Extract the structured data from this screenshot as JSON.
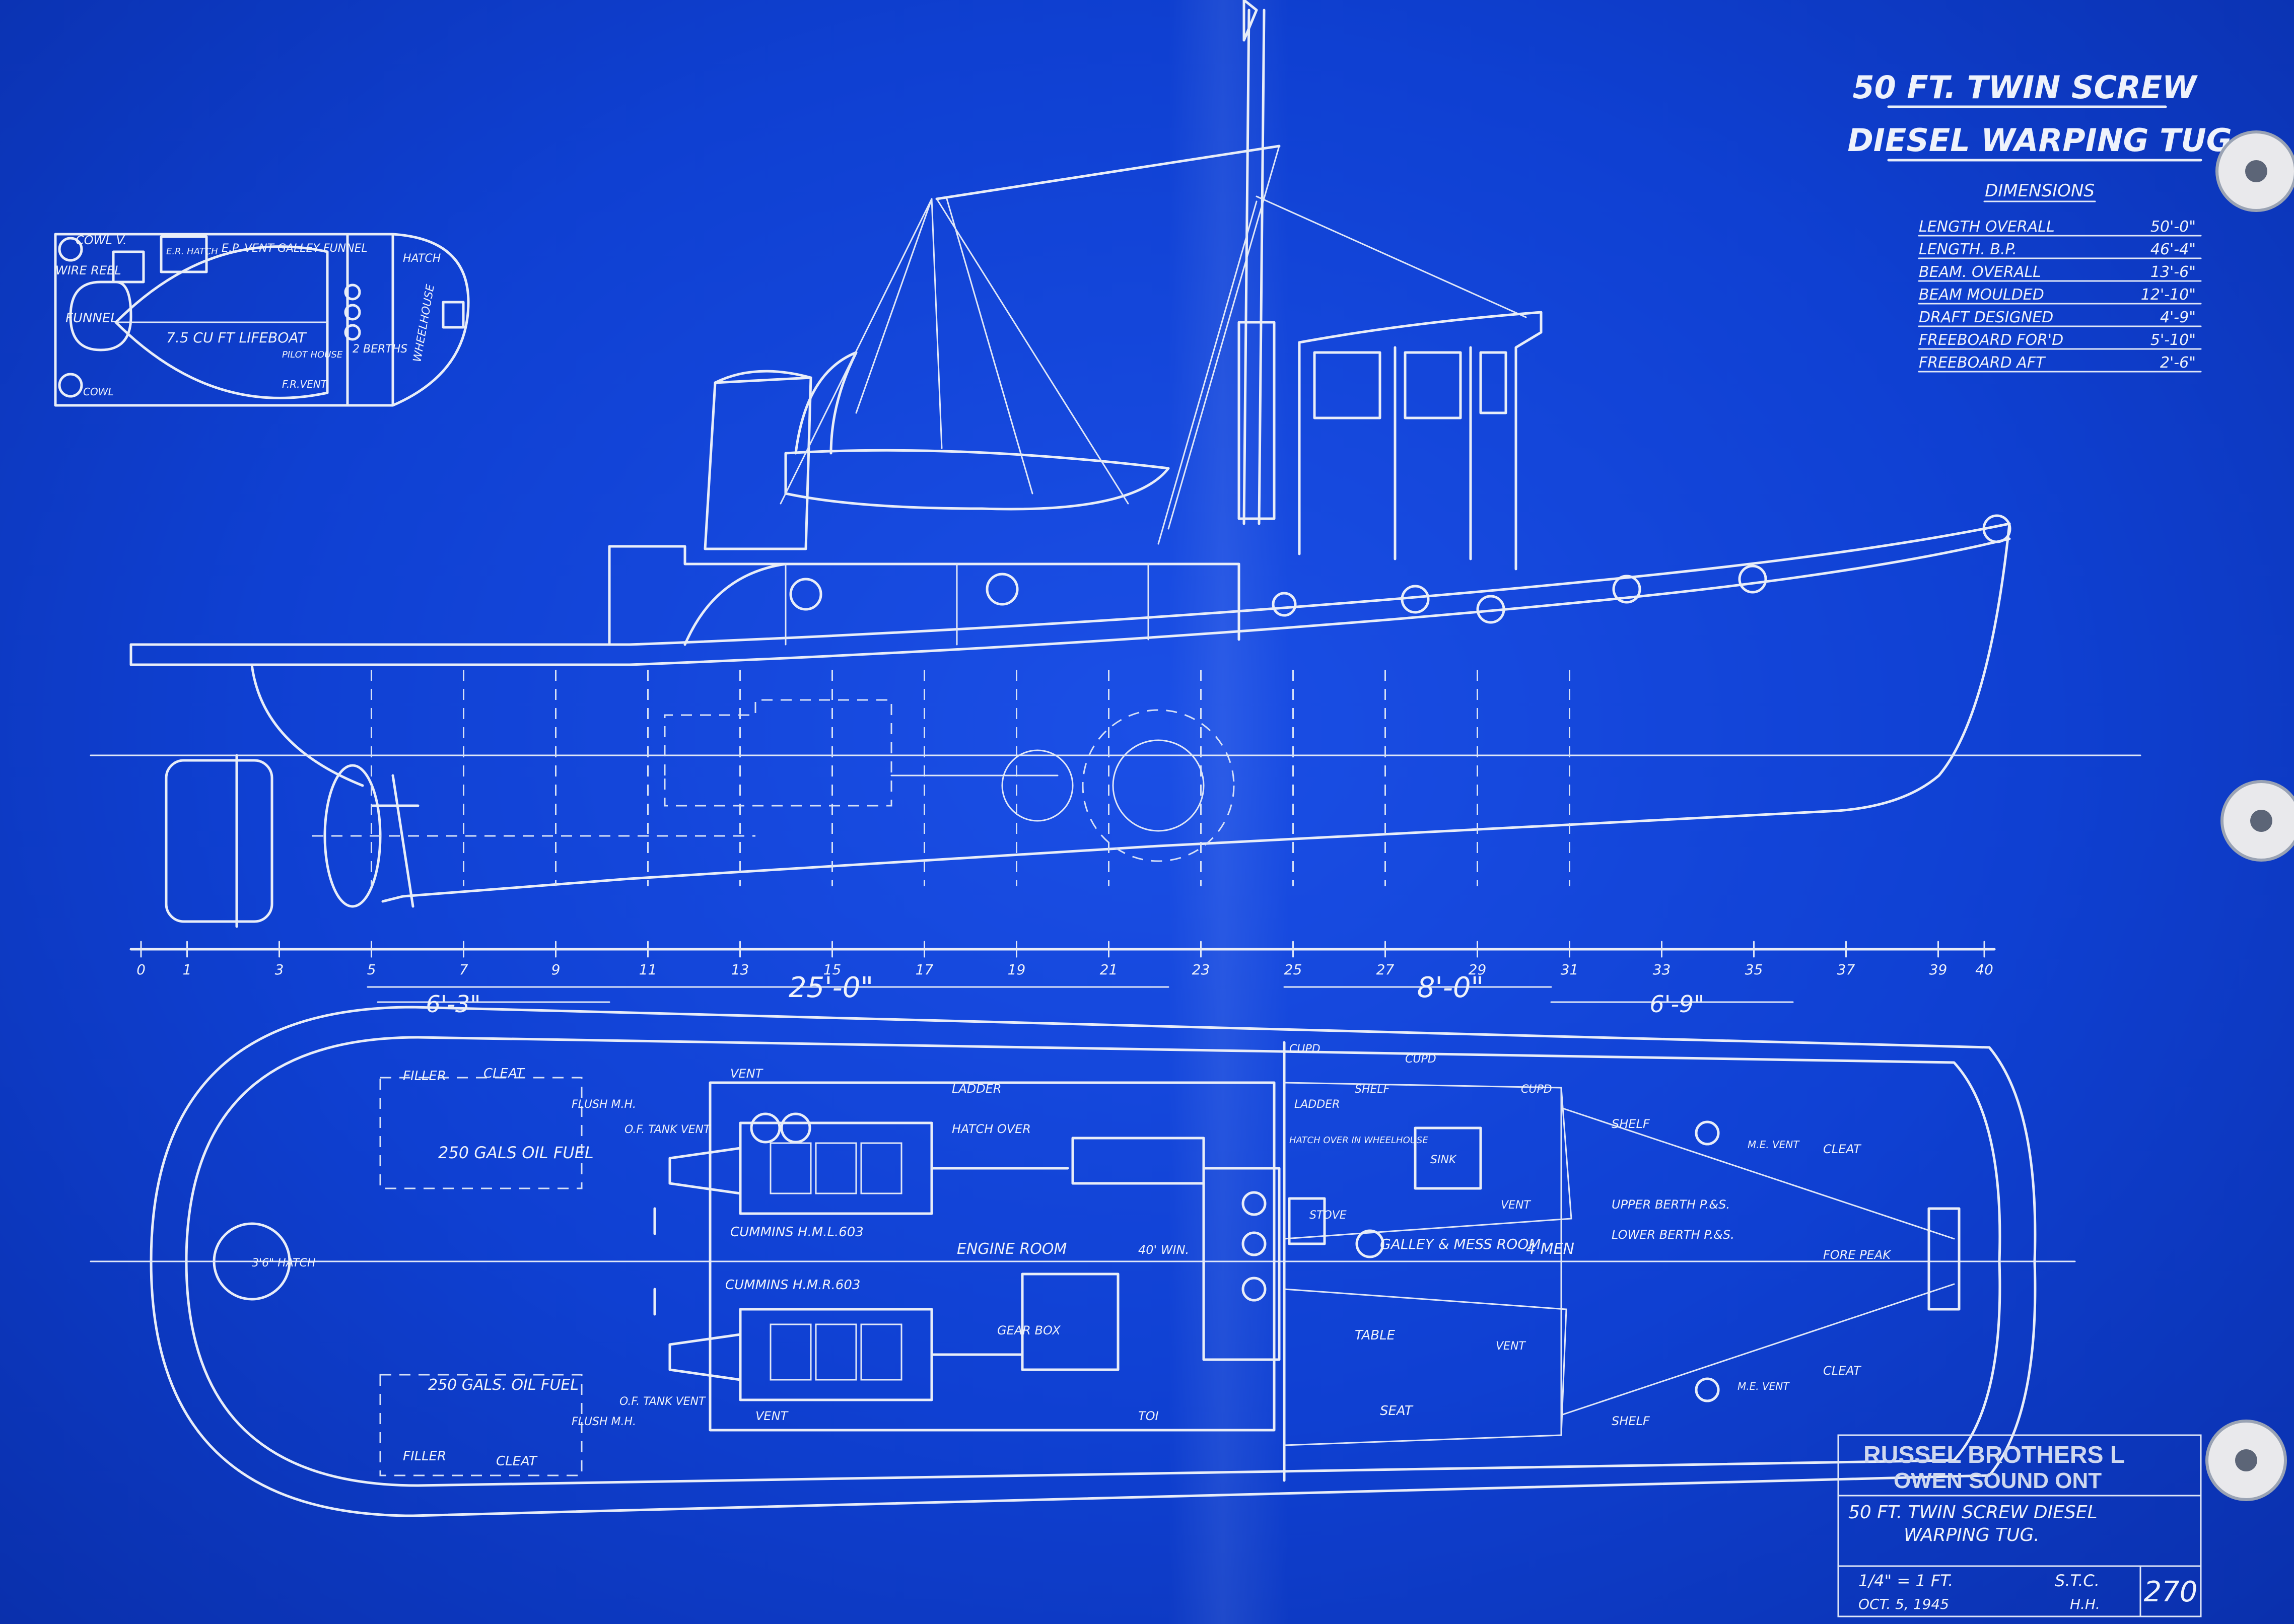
{
  "title": {
    "line1": "50 FT. TWIN SCREW",
    "line2": "DIESEL WARPING TUG"
  },
  "dimensions": {
    "heading": "DIMENSIONS",
    "rows": [
      {
        "label": "LENGTH OVERALL",
        "value": "50'-0\""
      },
      {
        "label": "LENGTH. B.P.",
        "value": "46'-4\""
      },
      {
        "label": "BEAM. OVERALL",
        "value": "13'-6\""
      },
      {
        "label": "BEAM MOULDED",
        "value": "12'-10\""
      },
      {
        "label": "DRAFT DESIGNED",
        "value": "4'-9\""
      },
      {
        "label": "FREEBOARD FOR'D",
        "value": "5'-10\""
      },
      {
        "label": "FREEBOARD AFT",
        "value": "2'-6\""
      }
    ]
  },
  "inset_labels": {
    "cowl": "COWL V.",
    "wire_reel": "WIRE REEL",
    "funnel": "FUNNEL",
    "lifeboat": "7.5 CU FT LIFEBOAT",
    "galley_vent": "E.P. VENT GALLEY FUNNEL",
    "hatch_small": "E.R. HATCH",
    "hatch": "HATCH",
    "wheelhouse": "WHEELHOUSE",
    "berths": "2 BERTHS",
    "pilot_house": "PILOT HOUSE",
    "fr_vent": "F.R.VENT",
    "cowl2": "COWL"
  },
  "frame_scale": [
    "0",
    "1",
    "3",
    "5",
    "7",
    "9",
    "11",
    "13",
    "15",
    "17",
    "19",
    "21",
    "23",
    "25",
    "27",
    "29",
    "31",
    "33",
    "35",
    "37",
    "39",
    "40"
  ],
  "dim_lines": {
    "overall_aft": "25'-0\"",
    "fwd": "8'-0\"",
    "aft_small": "6'-3\"",
    "fwd_small": "6'-9\""
  },
  "plan_labels": {
    "hatch_round": "3'6\" HATCH",
    "filler_top": "FILLER",
    "cleat_top": "CLEAT",
    "flush_mh_top": "FLUSH M.H.",
    "fuel_top": "250 GALS OIL FUEL",
    "fuel_tank_vent_top": "O.F. TANK VENT",
    "vent_top": "VENT",
    "ladder": "LADDER",
    "hatch_over": "HATCH OVER",
    "engine_top": "CUMMINS H.M.L.603",
    "engine_room": "ENGINE ROOM",
    "engine_bottom": "CUMMINS H.M.R.603",
    "gear_box": "GEAR BOX",
    "winch": "40' WIN.",
    "fuel_bottom": "250 GALS. OIL FUEL",
    "fuel_tank_vent_bottom": "O.F. TANK VENT",
    "flush_mh_bottom": "FLUSH M.H.",
    "filler_bottom": "FILLER",
    "cleat_bottom": "CLEAT",
    "vent_bottom": "VENT",
    "toilet": "TOI",
    "cupd1": "CUPD",
    "cupd2": "CUPD",
    "cupd3": "CUPD",
    "shelf1": "SHELF",
    "ladder2": "LADDER",
    "hatch_wheelhouse": "HATCH OVER IN WHEELHOUSE",
    "sink": "SINK",
    "vent_mid": "VENT",
    "stove": "STOVE",
    "galley": "GALLEY & MESS ROOM",
    "men": "4 MEN",
    "upper_berth": "UPPER BERTH P.&S.",
    "lower_berth": "LOWER BERTH P.&S.",
    "fore_peak": "FORE PEAK",
    "shelf2": "SHELF",
    "me_vent_top": "M.E. VENT",
    "cleat_fwd": "CLEAT",
    "table": "TABLE",
    "seat": "SEAT",
    "vent_lower": "VENT",
    "shelf3": "SHELF",
    "me_vent_bottom": "M.E. VENT",
    "cleat_fwd2": "CLEAT"
  },
  "title_block": {
    "company": "RUSSEL BROTHERS L",
    "location": "OWEN SOUND ONT",
    "description_1": "50 FT. TWIN SCREW DIESEL",
    "description_2": "WARPING TUG.",
    "scale": "1/4\" = 1 FT.",
    "initials": "S.T.C.",
    "date": "OCT. 5, 1945",
    "checked": "H.H.",
    "number": "270"
  }
}
